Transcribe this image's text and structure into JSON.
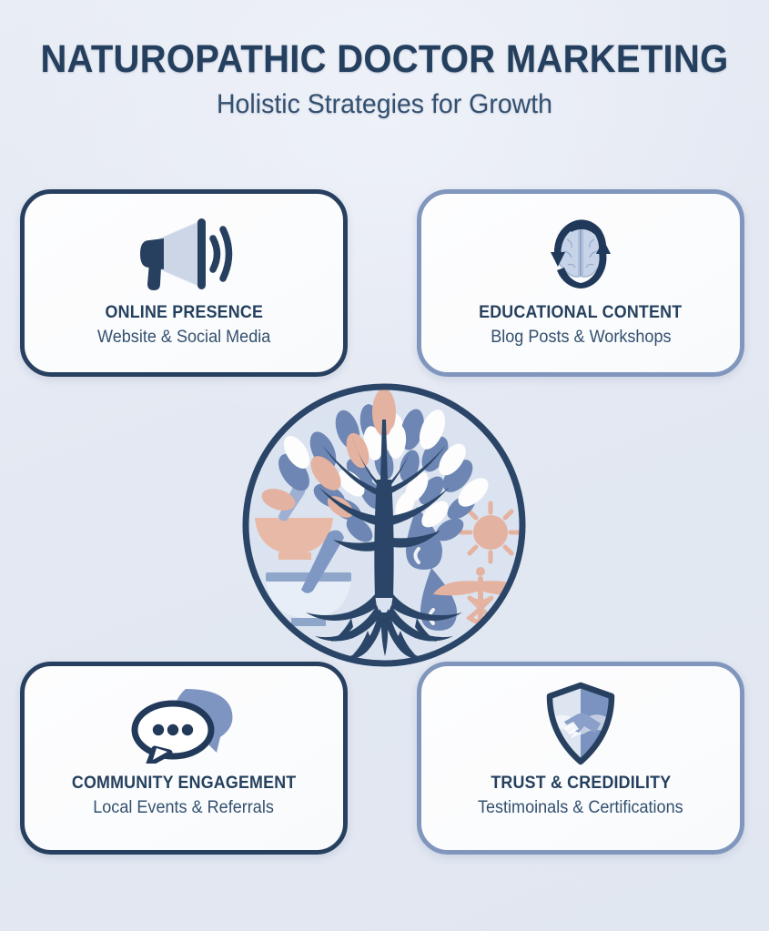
{
  "header": {
    "title": "NATUROPATHIC DOCTOR MARKETING",
    "subtitle": "Holistic Strategies for Growth"
  },
  "cards": [
    {
      "id": "online-presence",
      "title": "ONLINE PRESENCE",
      "subtitle": "Website & Social Media",
      "icon": "megaphone-icon",
      "border_color": "#28405f",
      "position": "top-left"
    },
    {
      "id": "educational-content",
      "title": "EDUCATIONAL CONTENT",
      "subtitle": "Blog Posts & Workshops",
      "icon": "brain-cycle-icon",
      "border_color": "#8096bd",
      "position": "top-right"
    },
    {
      "id": "community-engagement",
      "title": "COMMUNITY ENGAGEMENT",
      "subtitle": "Local Events & Referrals",
      "icon": "speech-bubbles-icon",
      "border_color": "#28405f",
      "position": "bottom-left"
    },
    {
      "id": "trust-credibility",
      "title": "TRUST & CREDIDILITY",
      "subtitle": "Testimoinals & Certifications",
      "icon": "shield-handshake-icon",
      "border_color": "#8096bd",
      "position": "bottom-right"
    }
  ],
  "emblem": {
    "name": "tree-of-life-emblem",
    "elements": [
      "tree-trunk",
      "tree-branches",
      "tree-roots",
      "leaves",
      "mortar-and-pestle-peach",
      "mortar-and-pestle-blue",
      "water-droplets",
      "sun-icon",
      "caduceus-icon"
    ]
  },
  "colors": {
    "background": "#e6eaf3",
    "navy": "#28405f",
    "navy_dark": "#25405e",
    "slate_blue": "#8096bd",
    "leaf_blue": "#6d86b3",
    "leaf_white": "#fdfdfd",
    "peach": "#e4b2a0",
    "card_bg": "#fbfcfd"
  }
}
